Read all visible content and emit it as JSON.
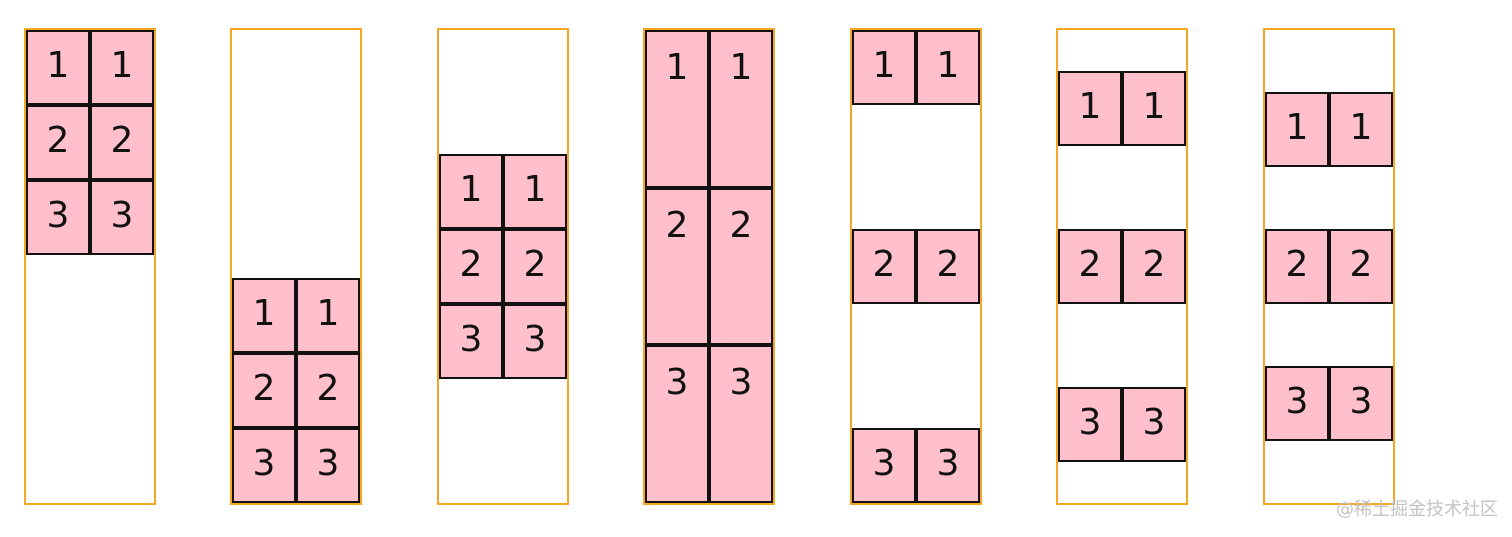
{
  "colors": {
    "container_border": "#f5a623",
    "cell_fill": "#ffc0cb",
    "cell_border": "#111111"
  },
  "panels": [
    {
      "rows": [
        [
          "1",
          "1"
        ],
        [
          "2",
          "2"
        ],
        [
          "3",
          "3"
        ]
      ]
    },
    {
      "rows": [
        [
          "1",
          "1"
        ],
        [
          "2",
          "2"
        ],
        [
          "3",
          "3"
        ]
      ]
    },
    {
      "rows": [
        [
          "1",
          "1"
        ],
        [
          "2",
          "2"
        ],
        [
          "3",
          "3"
        ]
      ]
    },
    {
      "rows": [
        [
          "1",
          "1"
        ],
        [
          "2",
          "2"
        ],
        [
          "3",
          "3"
        ]
      ]
    },
    {
      "rows": [
        [
          "1",
          "1"
        ],
        [
          "2",
          "2"
        ],
        [
          "3",
          "3"
        ]
      ]
    },
    {
      "rows": [
        [
          "1",
          "1"
        ],
        [
          "2",
          "2"
        ],
        [
          "3",
          "3"
        ]
      ]
    },
    {
      "rows": [
        [
          "1",
          "1"
        ],
        [
          "2",
          "2"
        ],
        [
          "3",
          "3"
        ]
      ]
    }
  ],
  "watermark": "@稀土掘金技术社区"
}
